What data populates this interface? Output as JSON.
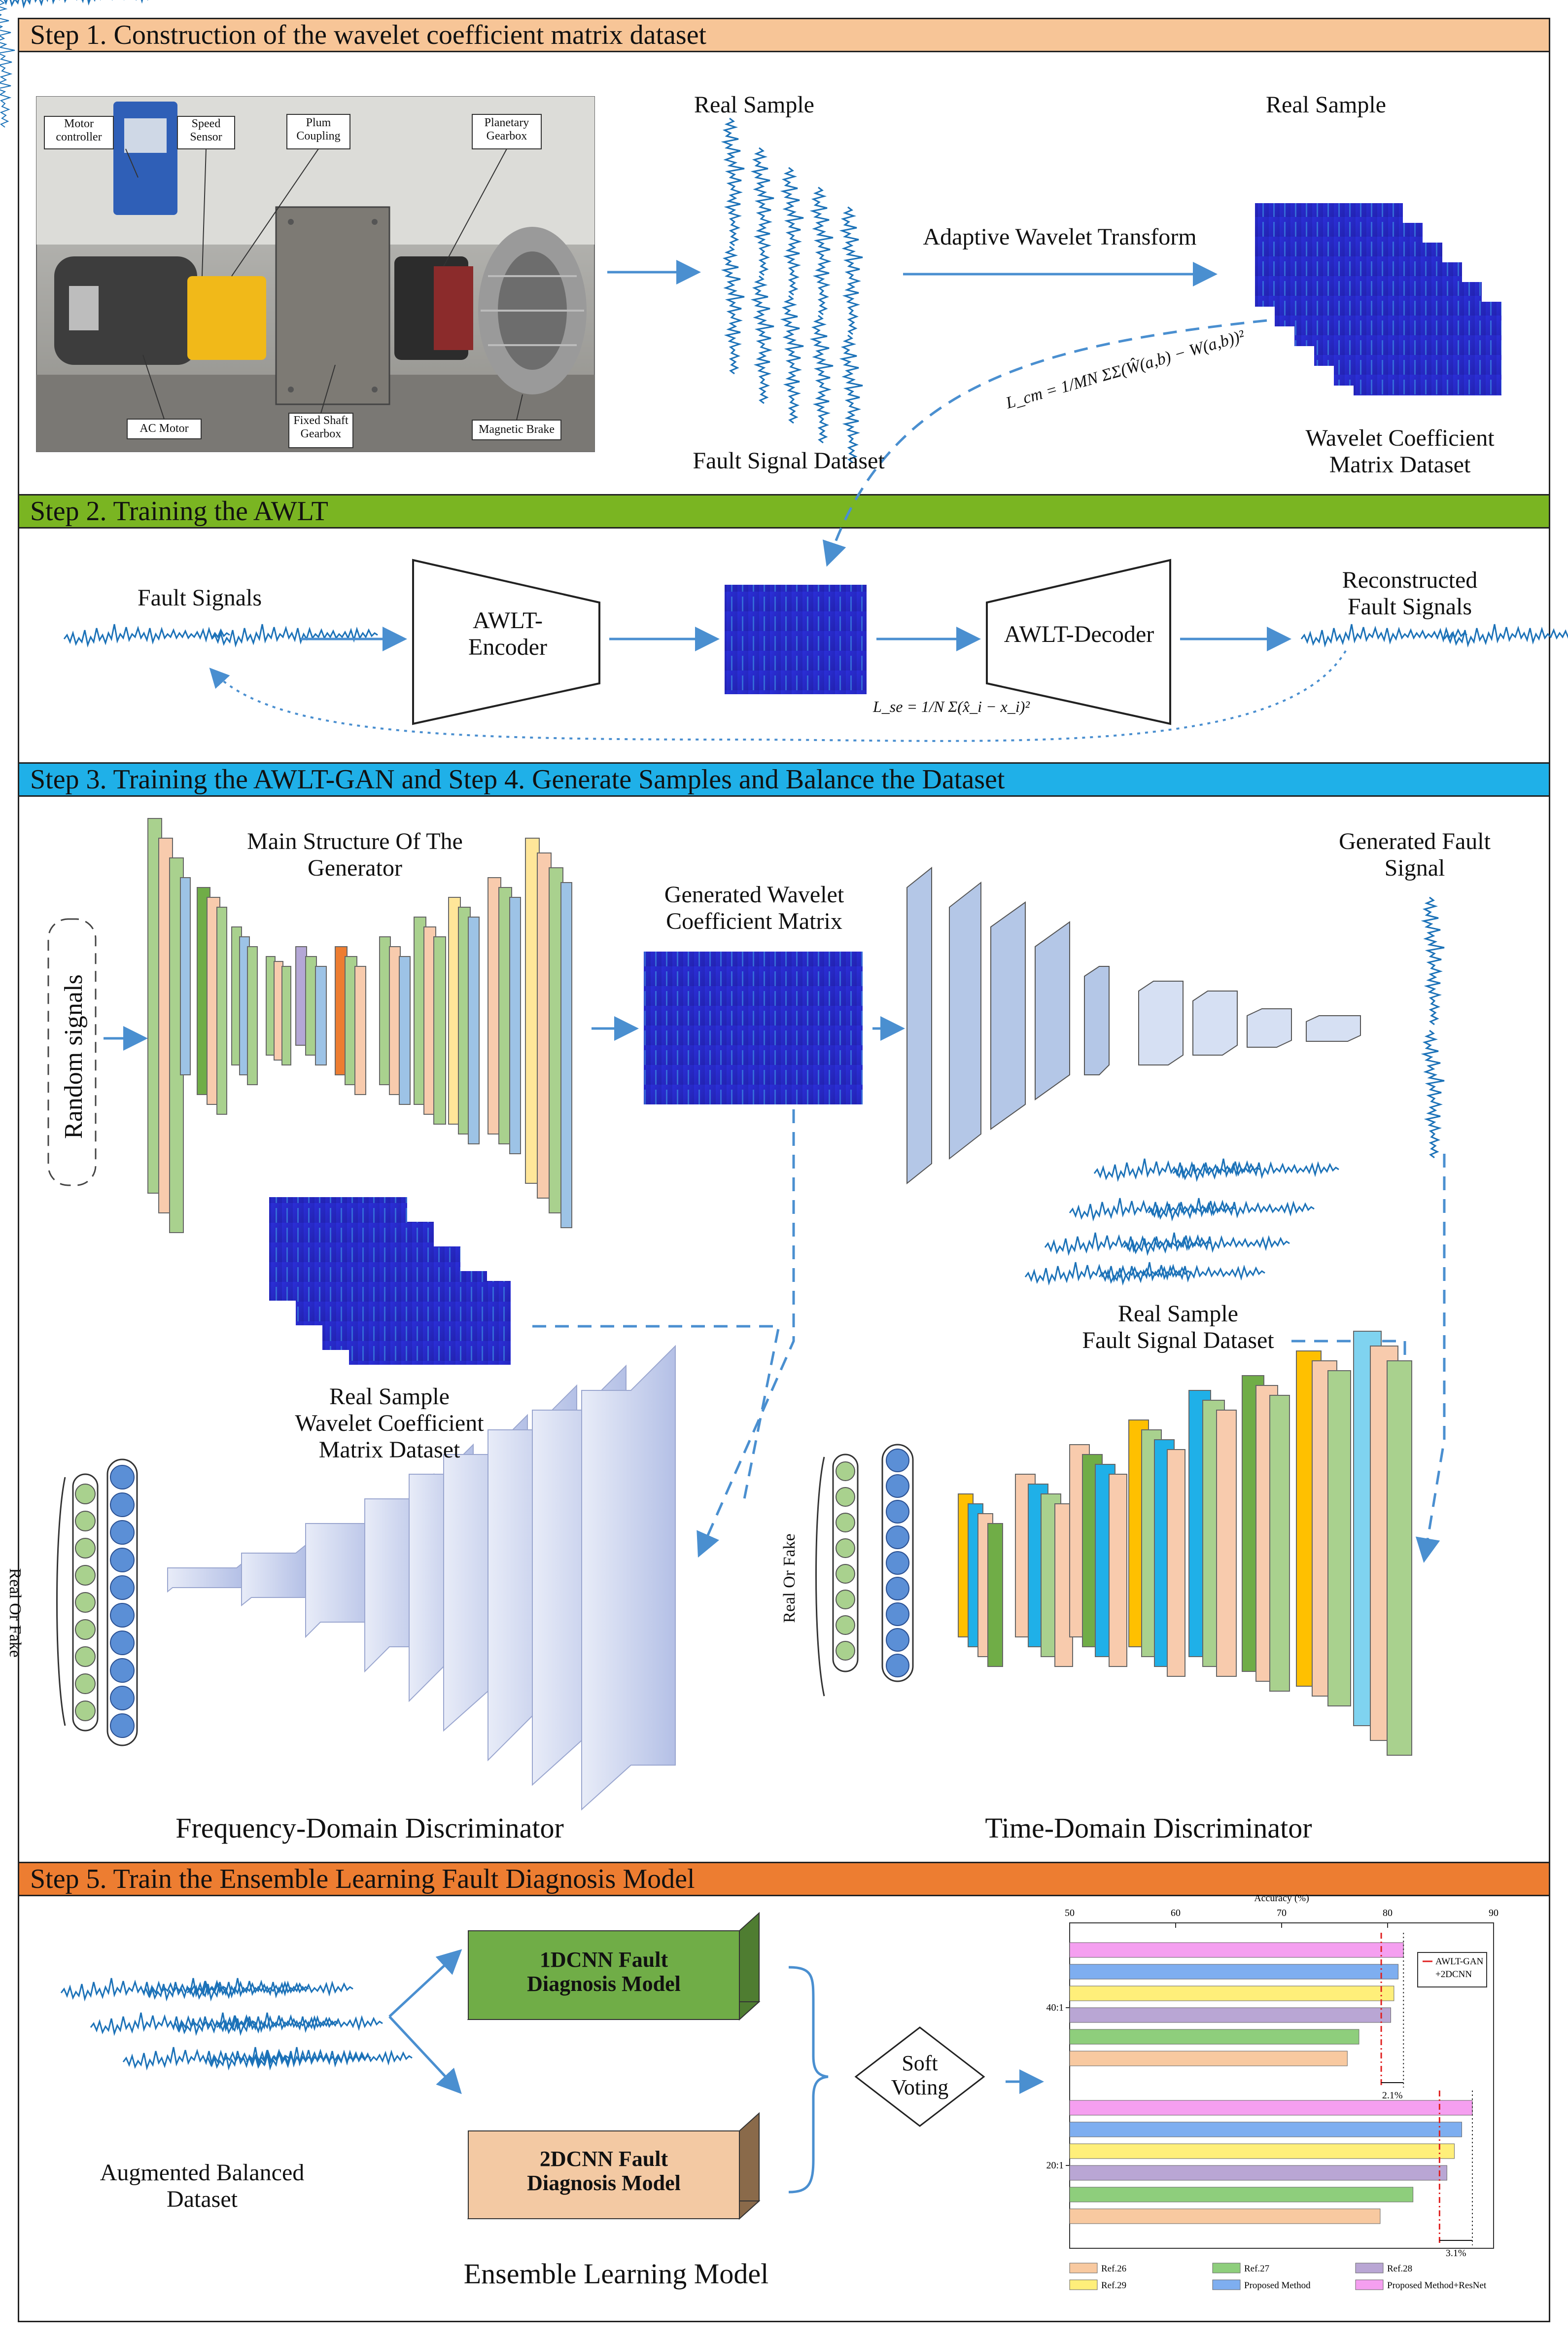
{
  "colors": {
    "step1_header": "#f7c597",
    "step2_header": "#7ab522",
    "step3_header": "#1fb0e8",
    "step5_header": "#ed7d31",
    "signal_blue": "#1c72b8",
    "matrix_blue": "#2a2ad0",
    "arrow_blue": "#4a8fd0",
    "model1_green": "#70ad47",
    "model2_tan": "#f3c9a3"
  },
  "step1": {
    "header": "Step 1. Construction of the wavelet coefficient matrix dataset",
    "photo_labels": {
      "motor_controller": "Motor\ncontroller",
      "speed_sensor": "Speed\nSensor",
      "plum_coupling": "Plum\nCoupling",
      "planetary_gearbox": "Planetary\nGearbox",
      "ac_motor": "AC Motor",
      "fixed_shaft_gearbox": "Fixed Shaft\nGearbox",
      "magnetic_brake": "Magnetic Brake"
    },
    "real_sample_left": "Real Sample",
    "real_sample_right": "Real Sample",
    "fault_signal_dataset": "Fault Signal Dataset",
    "adaptive_wavelet_transform": "Adaptive Wavelet Transform",
    "wavelet_matrix_dataset": "Wavelet Coefficient\nMatrix Dataset",
    "loss_cm_formula": "L_cm = 1/MN ΣΣ(Ŵ(a,b) − W(a,b))²"
  },
  "step2": {
    "header": "Step 2. Training the AWLT",
    "fault_signals": "Fault Signals",
    "encoder": "AWLT-\nEncoder",
    "decoder": "AWLT-Decoder",
    "reconstructed": "Reconstructed\nFault Signals",
    "loss_se_formula": "L_se = 1/N Σ(x̂_i − x_i)²"
  },
  "step3": {
    "header": "Step 3. Training the AWLT-GAN and Step 4. Generate Samples and Balance the Dataset",
    "random_signals": "Random signals",
    "generator_title": "Main Structure Of The\nGenerator",
    "generated_matrix": "Generated Wavelet\nCoefficient  Matrix",
    "generated_fault_signal": "Generated Fault\nSignal",
    "real_sample_fault_dataset": "Real Sample\nFault Signal Dataset",
    "real_sample_matrix_dataset": "Real Sample\nWavelet Coefficient\nMatrix Dataset",
    "real_or_fake_left": "Real Or Fake",
    "real_or_fake_right": "Real Or Fake",
    "freq_discriminator": "Frequency-Domain Discriminator",
    "time_discriminator": "Time-Domain Discriminator"
  },
  "step5": {
    "header": "Step 5. Train the Ensemble Learning Fault Diagnosis Model",
    "augmented_dataset": "Augmented Balanced\nDataset",
    "model1": "1DCNN Fault\nDiagnosis Model",
    "model2": "2DCNN Fault\nDiagnosis Model",
    "soft_voting": "Soft\nVoting",
    "ensemble_model": "Ensemble Learning Model"
  },
  "chart_data": {
    "type": "bar",
    "orientation": "horizontal",
    "title": "Accuracy (%)",
    "xlim": [
      50,
      90
    ],
    "xticks": [
      50,
      60,
      70,
      80,
      90
    ],
    "categories": [
      "40:1",
      "20:1"
    ],
    "series": [
      {
        "name": "Ref.26",
        "color": "#f8c9a0",
        "values": [
          76.2,
          79.3
        ]
      },
      {
        "name": "Ref.27",
        "color": "#8ece7c",
        "values": [
          77.3,
          82.4
        ]
      },
      {
        "name": "Ref.28",
        "color": "#b9a6d4",
        "values": [
          80.3,
          85.6
        ]
      },
      {
        "name": "Ref.29",
        "color": "#ffef7a",
        "values": [
          80.6,
          86.3
        ]
      },
      {
        "name": "Proposed Method",
        "color": "#7eaef0",
        "values": [
          81.0,
          87.0
        ]
      },
      {
        "name": "Proposed Method+ResNet",
        "color": "#f59ff0",
        "values": [
          81.5,
          88.0
        ]
      }
    ],
    "reference_line": {
      "name": "AWLT-GAN\n+2DCNN",
      "values": [
        79.4,
        84.9
      ]
    },
    "annotations": [
      "2.1%",
      "3.1%"
    ]
  }
}
